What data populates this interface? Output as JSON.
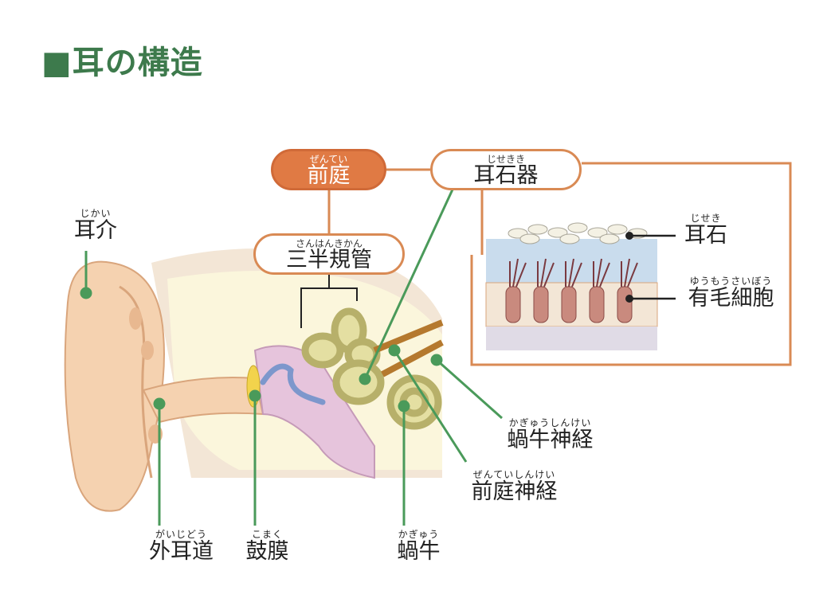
{
  "title": "■耳の構造",
  "labels": {
    "pinna": {
      "ruby": "じかい",
      "text": "耳介"
    },
    "ear_canal": {
      "ruby": "がいじどう",
      "text": "外耳道"
    },
    "eardrum": {
      "ruby": "こまく",
      "text": "鼓膜"
    },
    "cochlea": {
      "ruby": "かぎゅう",
      "text": "蝸牛"
    },
    "vestibular_nerve": {
      "ruby": "ぜんていしんけい",
      "text": "前庭神経"
    },
    "cochlear_nerve": {
      "ruby": "かぎゅうしんけい",
      "text": "蝸牛神経"
    },
    "vestibule": {
      "ruby": "ぜんてい",
      "text": "前庭"
    },
    "otolith_organ": {
      "ruby": "じせきき",
      "text": "耳石器"
    },
    "semicircular_canals": {
      "ruby": "さんはんきかん",
      "text": "三半規管"
    },
    "otolith": {
      "ruby": "じせき",
      "text": "耳石"
    },
    "hair_cell": {
      "ruby": "ゆうもうさいぼう",
      "text": "有毛細胞"
    }
  },
  "colors": {
    "title": "#3d7a4c",
    "accent": "#e07a44",
    "leader": "#4a9a5a"
  }
}
